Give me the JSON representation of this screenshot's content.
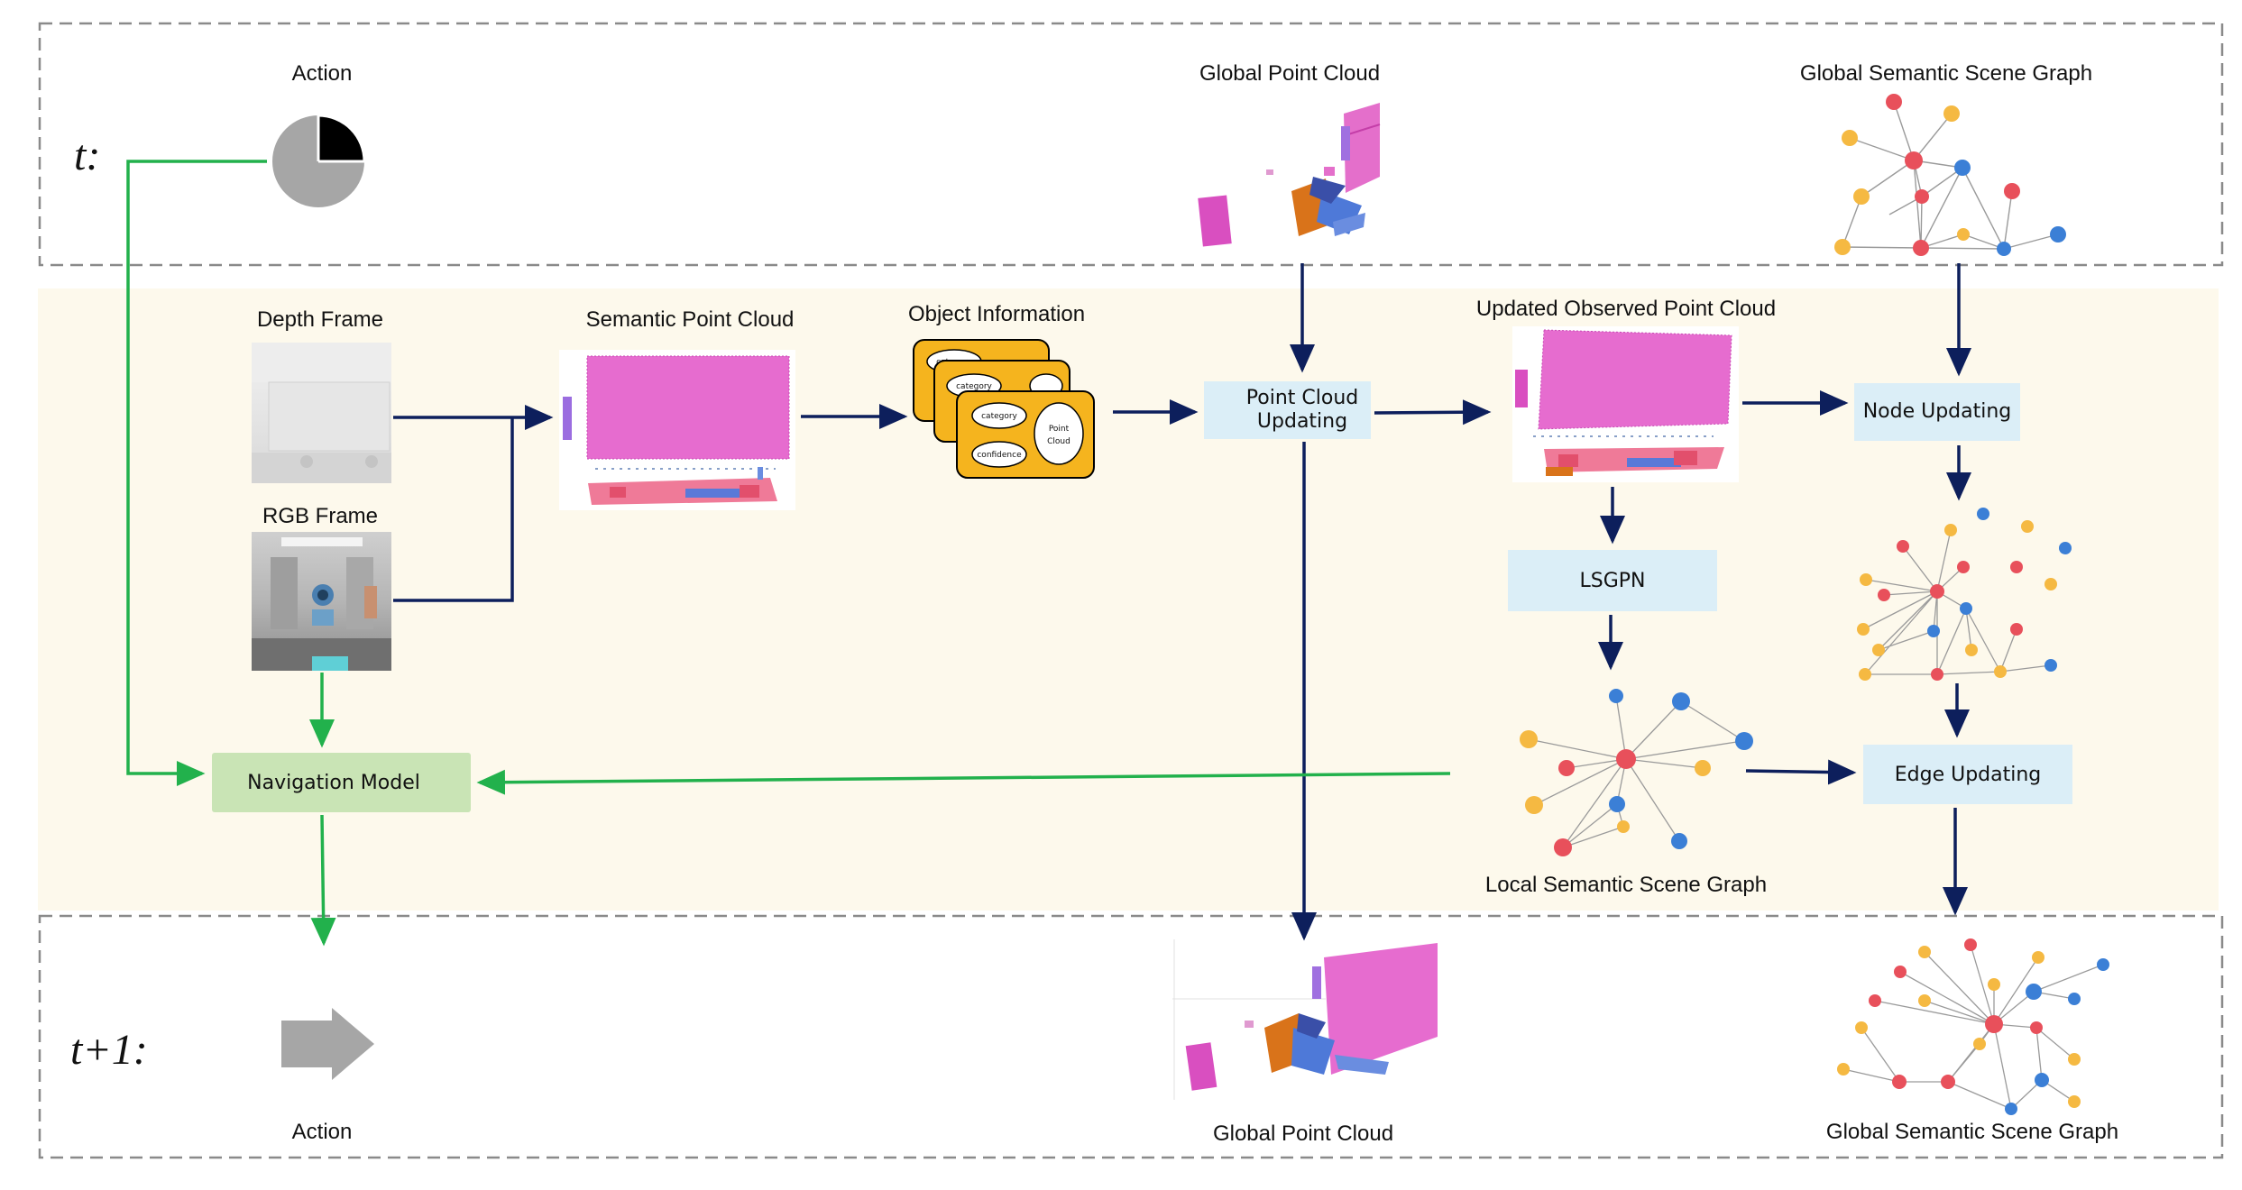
{
  "time_labels": {
    "current": "t:",
    "next": "t+1:"
  },
  "top_row": {
    "action_label": "Action",
    "global_point_cloud_label": "Global Point Cloud",
    "global_scene_graph_label": "Global Semantic Scene Graph"
  },
  "middle": {
    "depth_frame_label": "Depth Frame",
    "rgb_frame_label": "RGB Frame",
    "semantic_point_cloud_label": "Semantic Point Cloud",
    "object_information_label": "Object Information",
    "object_card": {
      "category": "category",
      "confidence": "confidence",
      "point_cloud_line1": "Point",
      "point_cloud_line2": "Cloud"
    },
    "point_cloud_updating_line1": "Point Cloud",
    "point_cloud_updating_line2": "Updating",
    "updated_observed_label": "Updated Observed Point Cloud",
    "node_updating_label": "Node Updating",
    "lsgpn_label": "LSGPN",
    "edge_updating_label": "Edge Updating",
    "local_scene_graph_label": "Local Semantic Scene Graph",
    "navigation_model_label": "Navigation Model"
  },
  "bottom_row": {
    "action_label": "Action",
    "global_point_cloud_label": "Global Point Cloud",
    "global_scene_graph_label": "Global Semantic Scene Graph"
  },
  "colors": {
    "dark_arrow": "#0d1f5c",
    "green_arrow": "#22b14c",
    "process_box": "#dbeef7",
    "nav_box": "#c9e4b5",
    "band": "#fdf9ec",
    "card": "#f5b41e",
    "node_red": "#e8505b",
    "node_blue": "#3b7fd6",
    "node_yellow": "#f5b942",
    "point_cloud": "#d94fc0"
  }
}
